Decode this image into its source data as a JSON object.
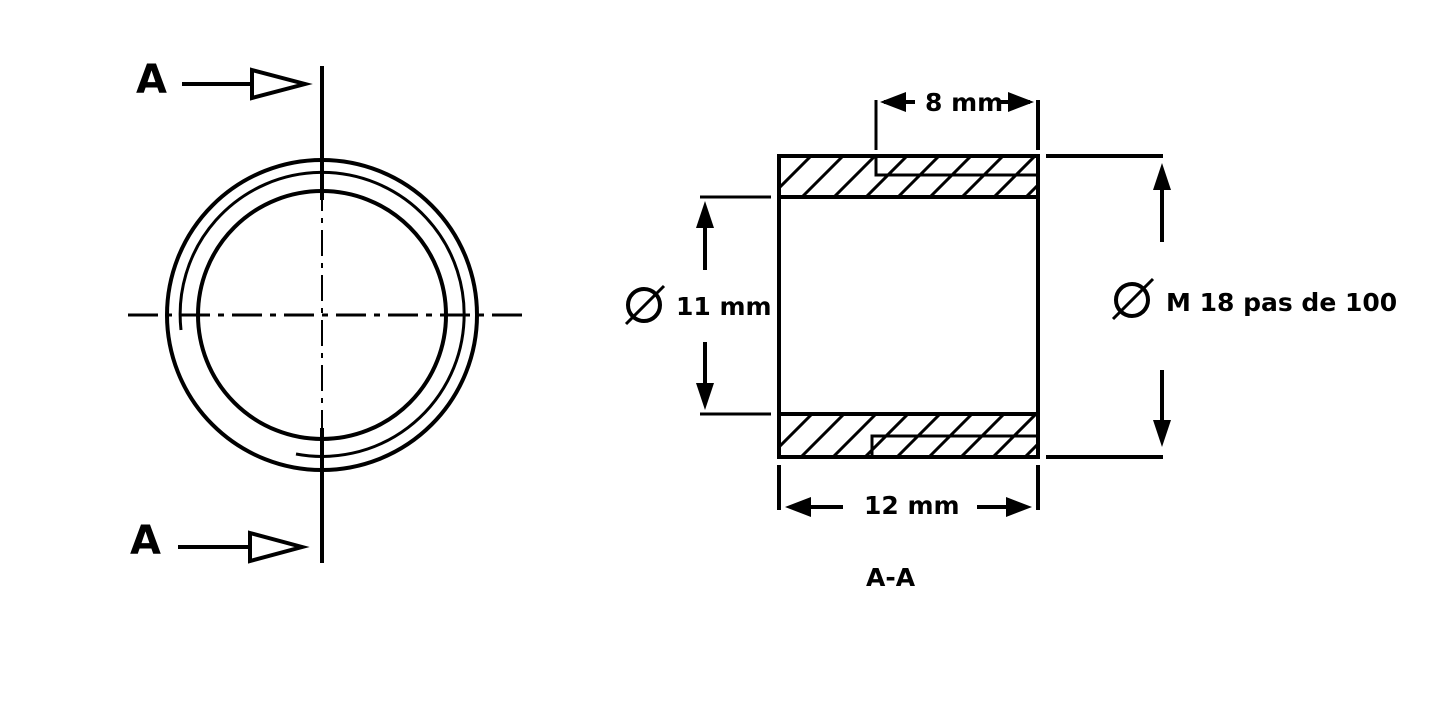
{
  "front_view": {
    "section_mark_top": "A",
    "section_mark_bottom": "A"
  },
  "section_view": {
    "thread_length": "8 mm",
    "bore_diameter_symbol": "⌀",
    "bore_diameter": "11 mm",
    "thread_symbol": "⌀",
    "thread_spec": "M 18 pas de 100",
    "total_length": "12 mm",
    "section_label": "A-A"
  },
  "colors": {
    "line": "#000000",
    "background": "#ffffff"
  }
}
